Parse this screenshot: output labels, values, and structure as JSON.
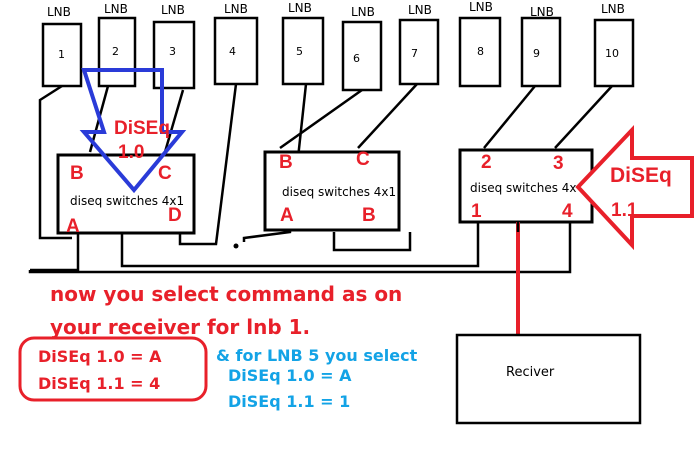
{
  "lnbs": [
    {
      "header": "LNB",
      "number": "1"
    },
    {
      "header": "LNB",
      "number": "2"
    },
    {
      "header": "LNB",
      "number": "3"
    },
    {
      "header": "LNB",
      "number": "4"
    },
    {
      "header": "LNB",
      "number": "5"
    },
    {
      "header": "LNB",
      "number": "6"
    },
    {
      "header": "LNB",
      "number": "7"
    },
    {
      "header": "LNB",
      "number": "8"
    },
    {
      "header": "LNB",
      "number": "9"
    },
    {
      "header": "LNB",
      "number": "10"
    }
  ],
  "switches": [
    {
      "label": "diseq switches 4x1",
      "ports": {
        "top_left": "B",
        "top_right": "C",
        "bottom_left": "A",
        "bottom_right": "D"
      }
    },
    {
      "label": "diseq switches 4x1",
      "ports": {
        "top_left": "B",
        "top_right": "C",
        "bottom_left": "A",
        "bottom_right": "B"
      }
    },
    {
      "label": "diseq switches 4x",
      "ports": {
        "top_left": "2",
        "top_right": "3",
        "bottom_left": "1",
        "bottom_right": "4"
      }
    }
  ],
  "arrows": {
    "down_label_line1": "DiSEq",
    "down_label_line2": "1.0",
    "left_label_line1": "DiSEq",
    "left_label_line2": "1.1"
  },
  "receiver": {
    "label": "Reciver"
  },
  "instruction": {
    "line1": "now you select command as on",
    "line2": "your receiver for lnb 1."
  },
  "lnb1_box": {
    "line1": "DiSEq 1.0 = A",
    "line2": "DiSEq 1.1 = 4"
  },
  "lnb5_note": {
    "intro": "& for LNB 5 you select",
    "line1": "DiSEq 1.0 = A",
    "line2": "DiSEq 1.1 = 1"
  },
  "colors": {
    "red": "#e8202a",
    "blue": "#2a3bd8",
    "cyan": "#13a3e6",
    "line": "#000000"
  }
}
